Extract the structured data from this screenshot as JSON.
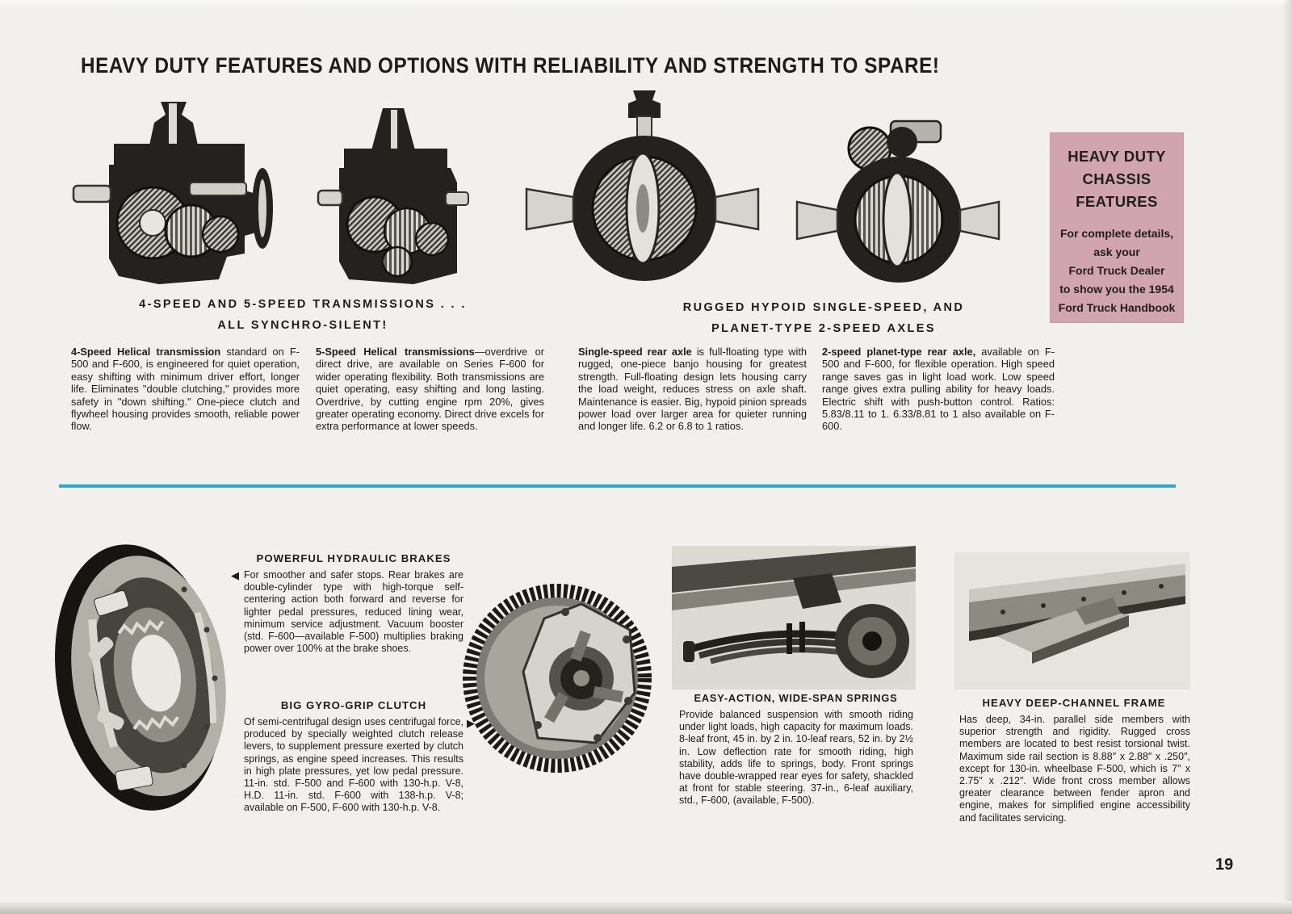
{
  "headline": "HEAVY DUTY FEATURES AND OPTIONS WITH RELIABILITY AND STRENGTH TO SPARE!",
  "page_number": "19",
  "colors": {
    "paper": "#f1f0ec",
    "ink": "#1d1c1a",
    "pink_panel": "#d0a5b1",
    "divider_rule": "#2fa9c9"
  },
  "transmissions": {
    "heading_line1": "4-SPEED AND 5-SPEED TRANSMISSIONS . . .",
    "heading_line2": "ALL SYNCHRO-SILENT!",
    "col_4speed": {
      "lead": "4-Speed Helical transmission",
      "body": " standard on F-500 and F-600, is engineered for quiet operation, easy shifting with minimum driver effort, longer life. Eliminates \"double clutching,\" provides more safety in \"down shifting.\" One-piece clutch and flywheel housing provides smooth, reliable power flow."
    },
    "col_5speed": {
      "lead": "5-Speed Helical transmissions",
      "body": "—overdrive or direct drive, are available on Series F-600 for wider operating flexibility. Both transmissions are quiet operating, easy shifting and long lasting. Overdrive, by cutting engine rpm 20%, gives greater operating economy. Direct drive excels for extra performance at lower speeds."
    }
  },
  "axles": {
    "heading_line1": "RUGGED HYPOID SINGLE-SPEED, AND",
    "heading_line2": "PLANET-TYPE 2-SPEED AXLES",
    "col_single_speed": {
      "lead": "Single-speed rear axle",
      "body": " is full-floating type with rugged, one-piece banjo housing for greatest strength. Full-floating design lets housing carry the load weight, reduces stress on axle shaft. Maintenance is easier. Big, hypoid pinion spreads power load over larger area for quieter running and longer life. 6.2 or 6.8 to 1 ratios."
    },
    "col_2speed": {
      "lead": "2-speed planet-type rear axle,",
      "body": " available on F-500 and F-600, for flexible operation. High speed range saves gas in light load work. Low speed range gives extra pulling ability for heavy loads. Electric shift with push-button control. Ratios: 5.83/8.11 to 1. 6.33/8.81 to 1 also available on F-600."
    }
  },
  "chassis_box": {
    "title_line1": "HEAVY DUTY",
    "title_line2": "CHASSIS",
    "title_line3": "FEATURES",
    "body_line1": "For complete details,",
    "body_line2": "ask your",
    "body_line3": "Ford Truck Dealer",
    "body_line4": "to show you the 1954",
    "body_line5": "Ford Truck Handbook"
  },
  "brakes": {
    "heading": "POWERFUL HYDRAULIC BRAKES",
    "pointer": "◀",
    "body": "For smoother and safer stops. Rear brakes are double-cylinder type with high-torque self-centering action both forward and reverse for lighter pedal pressures, reduced lining wear, minimum service adjustment. Vacuum booster (std. F-600—available F-500) multiplies braking power over 100% at the brake shoes."
  },
  "clutch": {
    "heading": "BIG GYRO-GRIP CLUTCH",
    "pointer": "▶",
    "body": "Of semi-centrifugal design uses centrifugal force, produced by specially weighted clutch release levers, to supplement pressure exerted by clutch springs, as engine speed increases. This results in high plate pressures, yet low pedal pressure. 11-in. std. F-500 and F-600 with 130-h.p. V-8, H.D. 11-in. std. F-600 with 138-h.p. V-8; available on F-500, F-600 with 130-h.p. V-8."
  },
  "springs": {
    "heading": "EASY-ACTION, WIDE-SPAN SPRINGS",
    "body": "Provide balanced suspension with smooth riding under light loads, high capacity for maximum loads. 8-leaf front, 45 in. by 2 in. 10-leaf rears, 52 in. by 2½ in. Low deflection rate for smooth riding, high stability, adds life to springs, body. Front springs have double-wrapped rear eyes for safety, shackled at front for stable steering. 37-in., 6-leaf auxiliary, std., F-600, (available, F-500)."
  },
  "frame": {
    "heading": "HEAVY DEEP-CHANNEL FRAME",
    "body": "Has deep, 34-in. parallel side members with superior strength and rigidity. Rugged cross members are located to best resist torsional twist. Maximum side rail section is 8.88″ x 2.88″ x .250″, except for 130-in. wheelbase F-500, which is 7″ x 2.75″ x .212″. Wide front cross member allows greater clearance between fender apron and engine, makes for simplified engine accessibility and facilitates servicing."
  },
  "illustrations": {
    "transmission_4speed": "4-speed-transmission-cutaway",
    "transmission_5speed": "5-speed-transmission-cutaway",
    "axle_single_speed": "hypoid-single-speed-axle-cutaway",
    "axle_2speed": "planet-type-2-speed-axle-cutaway",
    "brake_drum": "hydraulic-brake-drum-photo",
    "clutch_assembly": "gyro-grip-clutch-flywheel-photo",
    "springs_photo": "wide-span-leaf-springs-photo",
    "frame_photo": "deep-channel-frame-photo"
  }
}
